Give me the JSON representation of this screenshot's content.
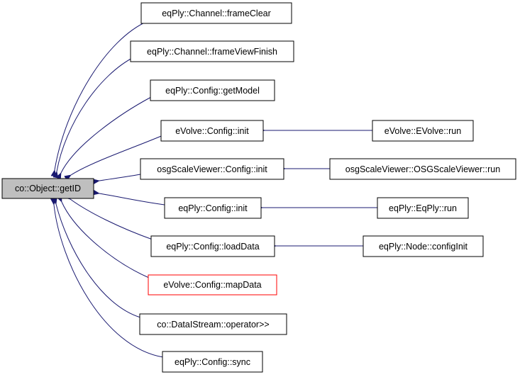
{
  "colors": {
    "edge": "#191970",
    "node_border": "#000000",
    "highlight_border": "#ff0000",
    "root_fill": "#bfbfbf",
    "node_fill": "#ffffff"
  },
  "root": {
    "id": "root",
    "label": "co::Object::getID"
  },
  "callers": [
    {
      "id": "n1",
      "label": "eqPly::Channel::frameClear"
    },
    {
      "id": "n2",
      "label": "eqPly::Channel::frameViewFinish"
    },
    {
      "id": "n3",
      "label": "eqPly::Config::getModel"
    },
    {
      "id": "n4",
      "label": "eVolve::Config::init"
    },
    {
      "id": "n5",
      "label": "osgScaleViewer::Config::init"
    },
    {
      "id": "n6",
      "label": "eqPly::Config::init"
    },
    {
      "id": "n7",
      "label": "eqPly::Config::loadData"
    },
    {
      "id": "n8",
      "label": "eVolve::Config::mapData",
      "highlight": true
    },
    {
      "id": "n9",
      "label": "co::DataIStream::operator>>"
    },
    {
      "id": "n10",
      "label": "eqPly::Config::sync"
    }
  ],
  "second_level": [
    {
      "id": "m4",
      "label": "eVolve::EVolve::run",
      "callee": "n4"
    },
    {
      "id": "m5",
      "label": "osgScaleViewer::OSGScaleViewer::run",
      "callee": "n5"
    },
    {
      "id": "m6",
      "label": "eqPly::EqPly::run",
      "callee": "n6"
    },
    {
      "id": "m7",
      "label": "eqPly::Node::configInit",
      "callee": "n7"
    }
  ]
}
